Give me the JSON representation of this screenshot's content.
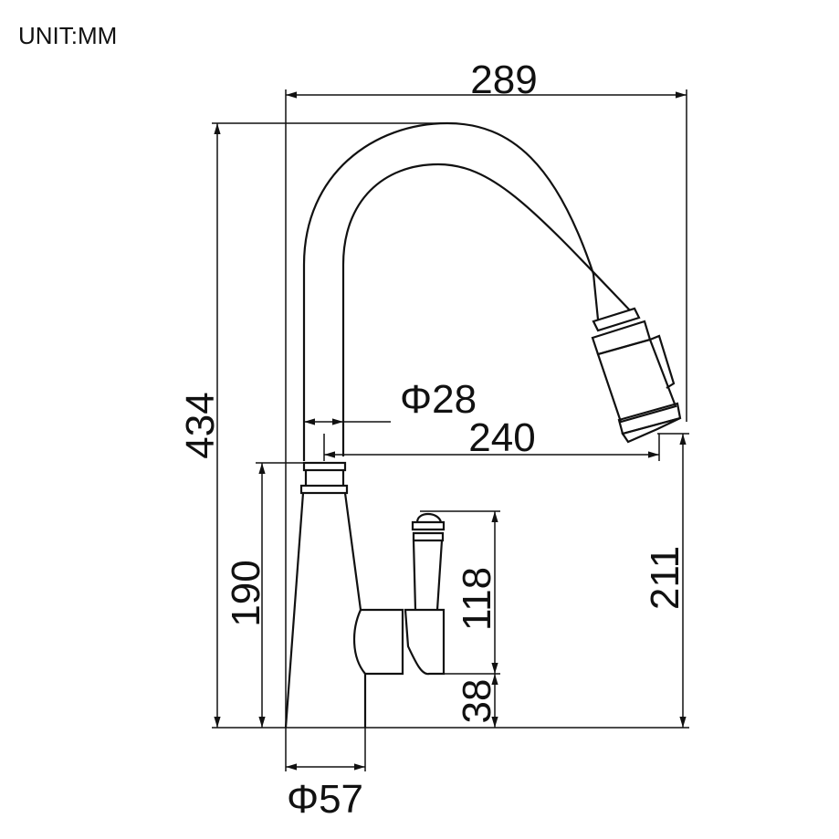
{
  "unit_label": "UNIT:MM",
  "dimensions": {
    "overall_width": "289",
    "overall_height": "434",
    "spout_diameter": "Φ28",
    "spout_reach": "240",
    "spout_clearance": "211",
    "body_height": "190",
    "handle_height": "118",
    "handle_base_height": "38",
    "base_diameter": "Φ57"
  }
}
